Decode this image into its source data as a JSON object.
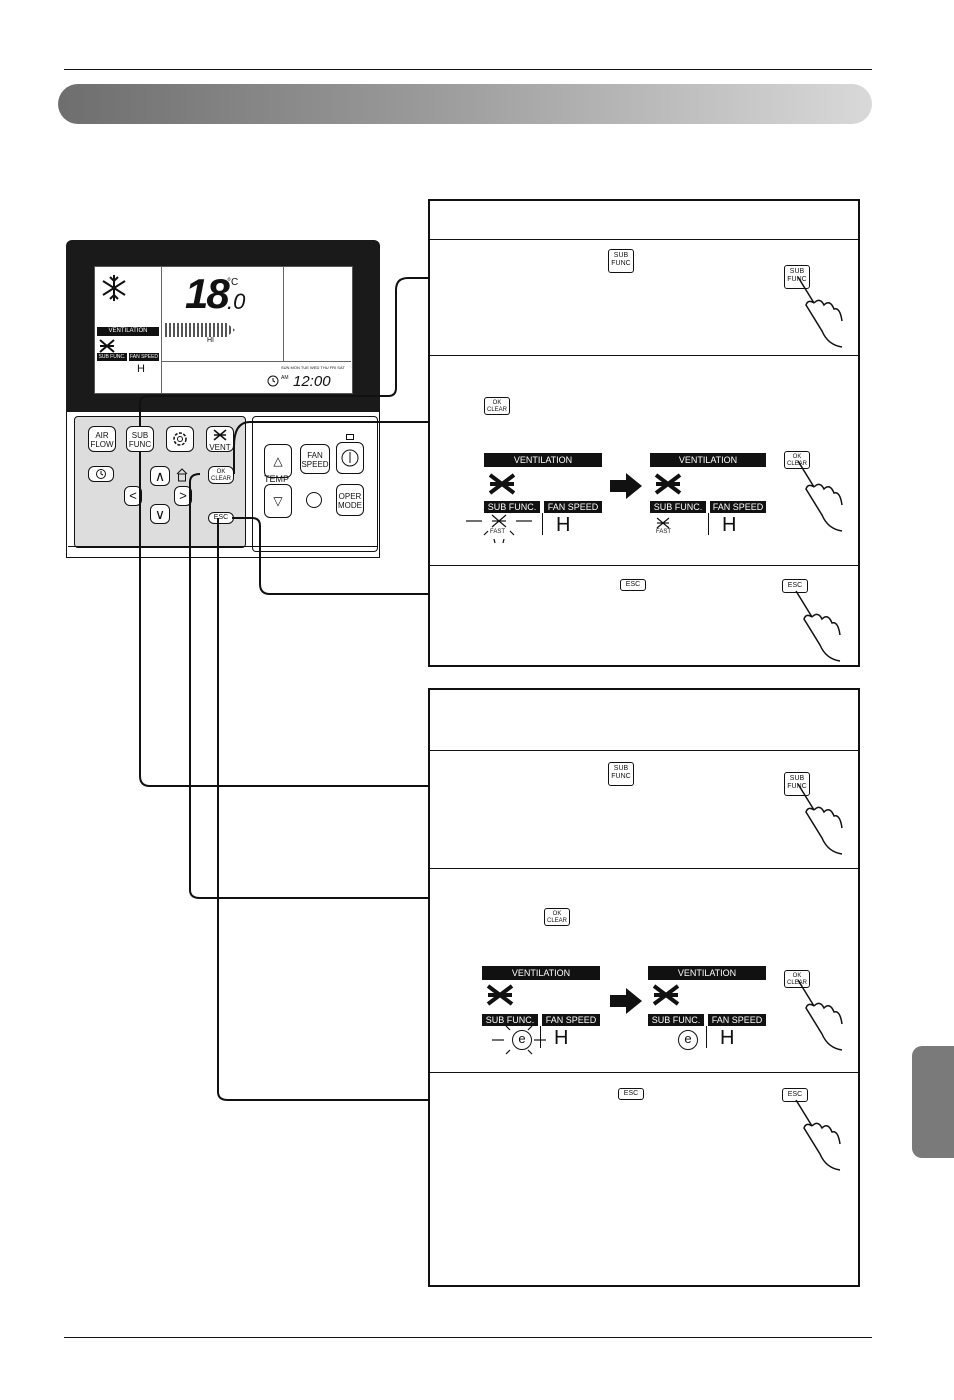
{
  "remote": {
    "lcd": {
      "temperature": "18",
      "temperature_decimal": ".0",
      "unit": "°C",
      "ventilation_label": "VENTILATION",
      "sub_func_label": "SUB FUNC.",
      "fan_speed_label": "FAN SPEED",
      "fan_level": "HI",
      "fan_value": "H",
      "days": "SUN MON TUE WED THU FRI SAT",
      "am": "AM",
      "time": "12:00"
    },
    "buttons": {
      "air_flow": [
        "AIR",
        "FLOW"
      ],
      "sub_func": [
        "SUB",
        "FUNC"
      ],
      "vent": "VENT",
      "ok_clear": [
        "OK",
        "CLEAR"
      ],
      "esc": "ESC",
      "temp": "TEMP",
      "fan_speed": [
        "FAN",
        "SPEED"
      ],
      "oper_mode": [
        "OPER",
        "MODE"
      ]
    }
  },
  "steps": {
    "sub_func_icon": [
      "SUB",
      "FUNC"
    ],
    "ok_clear_icon": [
      "OK",
      "CLEAR"
    ],
    "esc_icon": "ESC",
    "ventilation_label": "VENTILATION",
    "sub_func_label": "SUB FUNC.",
    "fan_speed_label": "FAN SPEED",
    "fan_value": "H",
    "fast_label": "FAST",
    "eco_label": "e"
  }
}
